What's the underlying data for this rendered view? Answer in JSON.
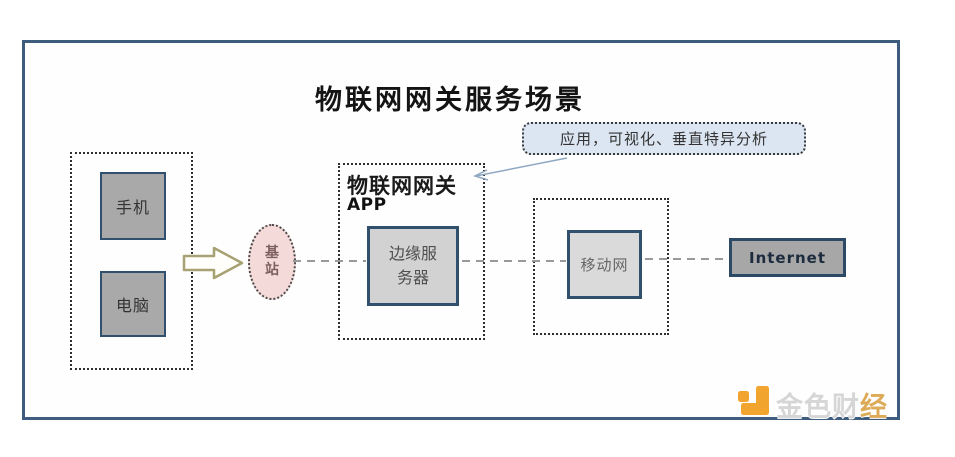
{
  "title": "物联网网关服务场景",
  "devices": {
    "phone": "手机",
    "computer": "电脑"
  },
  "base_station": {
    "label": "基站"
  },
  "gateway": {
    "name": "物联网网关",
    "sub": "APP",
    "server": "边缘服务器"
  },
  "callout": {
    "text": "应用，可视化、垂直特异分析"
  },
  "mobile_network": {
    "label": "移动网"
  },
  "internet": {
    "label": "Internet"
  },
  "watermark": {
    "brand_prefix": "金色财",
    "brand_suffix": "经"
  },
  "colors": {
    "frame_border": "#3e5c7e",
    "node_border": "#31506e",
    "node_fill_dark": "#a9a9a9",
    "node_fill_light": "#d2d2d2",
    "callout_fill": "#dce6f2",
    "station_fill": "#f5dada",
    "dash_line": "#999999",
    "block_arrow_outline": "#a8a173",
    "connector_arrow": "#8fa8c2",
    "logo_orange": "#f2a52e"
  }
}
